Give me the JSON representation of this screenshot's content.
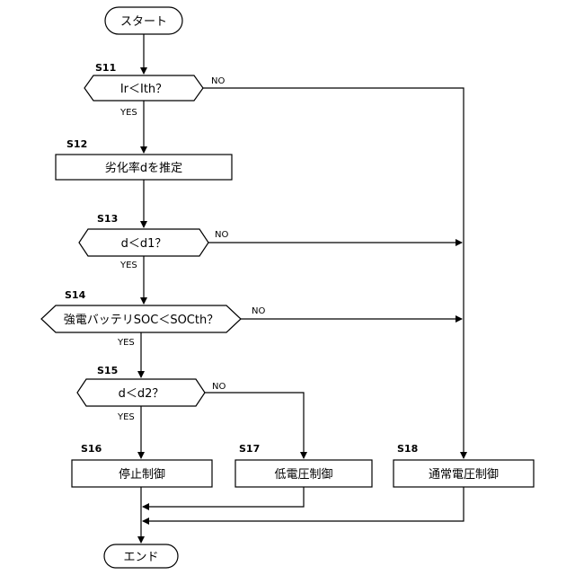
{
  "flowchart": {
    "start": {
      "text": "スタート"
    },
    "end": {
      "text": "エンド"
    },
    "s11": {
      "id": "S11",
      "text": "Ir＜Ith？",
      "yes": "YES",
      "no": "NO"
    },
    "s12": {
      "id": "S12",
      "text": "劣化率dを推定"
    },
    "s13": {
      "id": "S13",
      "text": "d＜d1？",
      "yes": "YES",
      "no": "NO"
    },
    "s14": {
      "id": "S14",
      "text": "強電バッテリSOC＜SOCth？",
      "yes": "YES",
      "no": "NO"
    },
    "s15": {
      "id": "S15",
      "text": "d＜d2？",
      "yes": "YES",
      "no": "NO"
    },
    "s16": {
      "id": "S16",
      "text": "停止制御"
    },
    "s17": {
      "id": "S17",
      "text": "低電圧制御"
    },
    "s18": {
      "id": "S18",
      "text": "通常電圧制御"
    }
  }
}
